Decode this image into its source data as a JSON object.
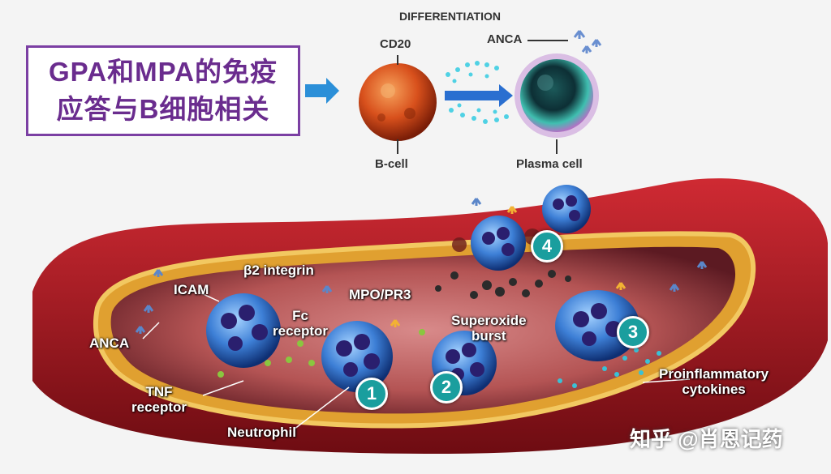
{
  "callout": {
    "line1": "GPA和MPA的免疫",
    "line2": "应答与B细胞相关"
  },
  "differentiation": {
    "title": "DIFFERENTIATION",
    "cd20": "CD20",
    "bcell": "B-cell",
    "anca": "ANCA",
    "plasma": "Plasma cell"
  },
  "vessel": {
    "icam": "ICAM",
    "b2": "β2 integrin",
    "mpo": "MPO/PR3",
    "fc": "Fc\nreceptor",
    "anca": "ANCA",
    "superoxide": "Superoxide\nburst",
    "tnf": "TNF\nreceptor",
    "neutrophil": "Neutrophil",
    "cytokines": "Proinflammatory\ncytokines"
  },
  "steps": [
    "1",
    "2",
    "3",
    "4"
  ],
  "watermark": "知乎 @肖恩记药",
  "colors": {
    "accent": "#7b3fa3",
    "teal": "#1a9e9e",
    "vessel": "#a3141c"
  }
}
